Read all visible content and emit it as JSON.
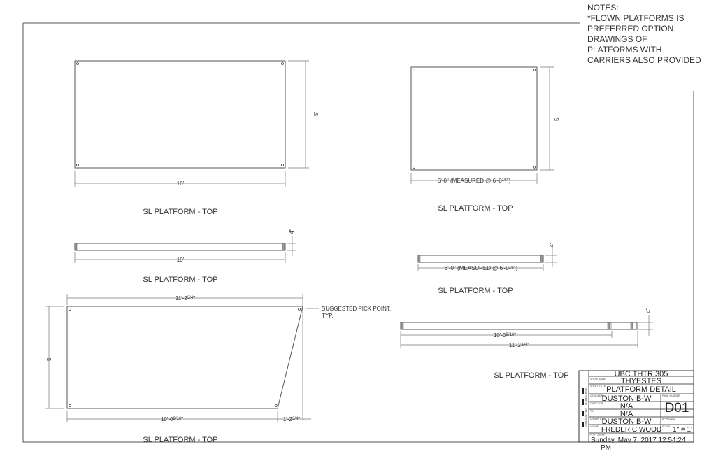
{
  "notes": {
    "lines": [
      "NOTES:",
      "*FLOWN PLATFORMS IS",
      "PREFERRED OPTION.",
      "DRAWINGS OF",
      "PLATFORMS WITH",
      "CARRIERS ALSO PROVIDED"
    ]
  },
  "views": [
    {
      "title": "SL PLATFORM - TOP",
      "width_dim": "10'",
      "height_dim": "5'"
    },
    {
      "title": "SL PLATFORM - TOP",
      "width_dim": "10'",
      "thickness_dim": "4\""
    },
    {
      "title": "SL PLATFORM - TOP",
      "width_dim": "6'-0\" (MEASURED @ 6'-0",
      "width_frac": "1/8",
      "width_end": "\")",
      "height_dim": "5'"
    },
    {
      "title": "SL PLATFORM - TOP",
      "width_dim": "6'-0\" (MEASURED @ 6'-0",
      "width_frac": "1/8",
      "width_end": "\")",
      "thickness_dim": "4\""
    },
    {
      "title": "SL PLATFORM - TOP",
      "inner_dim": "10'-0",
      "inner_frac": "9/16",
      "outer_dim": "11'-2",
      "outer_frac": "3/4",
      "thickness_dim": "4\""
    },
    {
      "title": "SL PLATFORM - TOP",
      "top_dim": "11'-2",
      "top_frac": "3/4",
      "height_dim": "5'",
      "bottom_dim": "10'-0",
      "bottom_frac": "9/16",
      "offset_dim": "1'-2",
      "offset_frac": "3/4",
      "callout": [
        "SUGGESTED PICK POINT,",
        "TYP."
      ]
    }
  ],
  "title_block": {
    "course": "UBC THTR 305",
    "show_name_label": "SHOW NAME",
    "show_name": "THYESTES",
    "sheet_title_label": "SHEET TITLE",
    "sheet_title": "PLATFORM DETAIL",
    "designer_label": "DESIGNER",
    "designer": "DUSTON B-W",
    "page_number_label": "PAGE NUMBER",
    "page_number": "D01",
    "director_label": "DIRECTOR",
    "director": "N/A",
    "td_label": "TD",
    "td": "N/A",
    "drawn_by_label": "DRAWN BY",
    "drawn_by": "DUSTON B-W",
    "approval_label": "APPROVAL",
    "venue_label": "VENUE",
    "venue": "FREDERIC WOOD",
    "scale_label": "SCALE",
    "scale": "1\" = 1'",
    "plot_stamp_label": "PLOT STAMP",
    "plot_stamp": "Sunday, May 7, 2017 12:54:24",
    "plot_stamp_2": "PM",
    "scale_check": "FULL SIZE PLOT - SCALE CHECK"
  }
}
